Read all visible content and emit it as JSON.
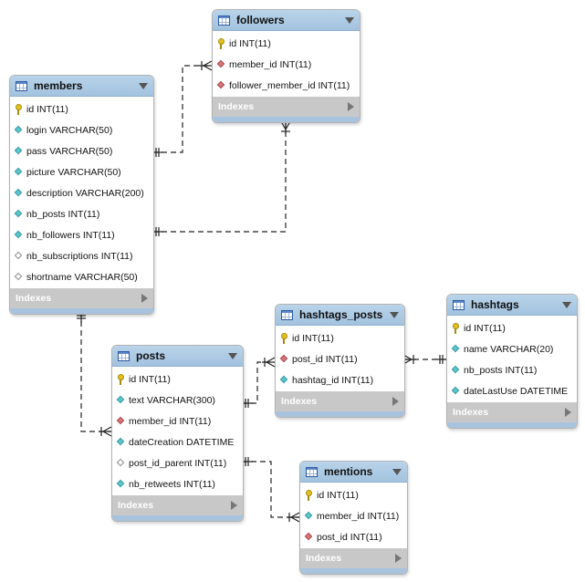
{
  "tables": [
    {
      "id": "followers",
      "name": "followers",
      "columns": [
        {
          "kind": "pk",
          "text": "id INT(11)"
        },
        {
          "kind": "fk",
          "text": "member_id INT(11)"
        },
        {
          "kind": "fk",
          "text": "follower_member_id INT(11)"
        }
      ],
      "indexes_label": "Indexes"
    },
    {
      "id": "members",
      "name": "members",
      "columns": [
        {
          "kind": "pk",
          "text": "id INT(11)"
        },
        {
          "kind": "nn",
          "text": "login VARCHAR(50)"
        },
        {
          "kind": "nn",
          "text": "pass VARCHAR(50)"
        },
        {
          "kind": "nn",
          "text": "picture VARCHAR(50)"
        },
        {
          "kind": "nn",
          "text": "description VARCHAR(200)"
        },
        {
          "kind": "nn",
          "text": "nb_posts INT(11)"
        },
        {
          "kind": "nn",
          "text": "nb_followers INT(11)"
        },
        {
          "kind": "nl",
          "text": "nb_subscriptions INT(11)"
        },
        {
          "kind": "nl",
          "text": "shortname VARCHAR(50)"
        }
      ],
      "indexes_label": "Indexes"
    },
    {
      "id": "hashtags_posts",
      "name": "hashtags_posts",
      "columns": [
        {
          "kind": "pk",
          "text": "id INT(11)"
        },
        {
          "kind": "fk",
          "text": "post_id INT(11)"
        },
        {
          "kind": "nn",
          "text": "hashtag_id INT(11)"
        }
      ],
      "indexes_label": "Indexes"
    },
    {
      "id": "hashtags",
      "name": "hashtags",
      "columns": [
        {
          "kind": "pk",
          "text": "id INT(11)"
        },
        {
          "kind": "nn",
          "text": "name VARCHAR(20)"
        },
        {
          "kind": "nn",
          "text": "nb_posts INT(11)"
        },
        {
          "kind": "nn",
          "text": "dateLastUse DATETIME"
        }
      ],
      "indexes_label": "Indexes"
    },
    {
      "id": "posts",
      "name": "posts",
      "columns": [
        {
          "kind": "pk",
          "text": "id INT(11)"
        },
        {
          "kind": "nn",
          "text": "text VARCHAR(300)"
        },
        {
          "kind": "fk",
          "text": "member_id INT(11)"
        },
        {
          "kind": "nn",
          "text": "dateCreation DATETIME"
        },
        {
          "kind": "nl",
          "text": "post_id_parent INT(11)"
        },
        {
          "kind": "nn",
          "text": "nb_retweets INT(11)"
        }
      ],
      "indexes_label": "Indexes"
    },
    {
      "id": "mentions",
      "name": "mentions",
      "columns": [
        {
          "kind": "pk",
          "text": "id INT(11)"
        },
        {
          "kind": "nn",
          "text": "member_id INT(11)"
        },
        {
          "kind": "fk",
          "text": "post_id INT(11)"
        }
      ],
      "indexes_label": "Indexes"
    }
  ],
  "relationships": [
    {
      "from": "members",
      "to": "followers",
      "from_end": "one-mandatory",
      "to_end": "many-mandatory"
    },
    {
      "from": "members",
      "to": "followers",
      "from_end": "one-mandatory",
      "to_end": "many-mandatory"
    },
    {
      "from": "members",
      "to": "posts",
      "from_end": "one-mandatory",
      "to_end": "many-mandatory"
    },
    {
      "from": "posts",
      "to": "hashtags_posts",
      "from_end": "one-mandatory",
      "to_end": "many-mandatory"
    },
    {
      "from": "hashtags",
      "to": "hashtags_posts",
      "from_end": "one-mandatory",
      "to_end": "many-mandatory"
    },
    {
      "from": "posts",
      "to": "mentions",
      "from_end": "one-mandatory",
      "to_end": "many-mandatory"
    }
  ]
}
